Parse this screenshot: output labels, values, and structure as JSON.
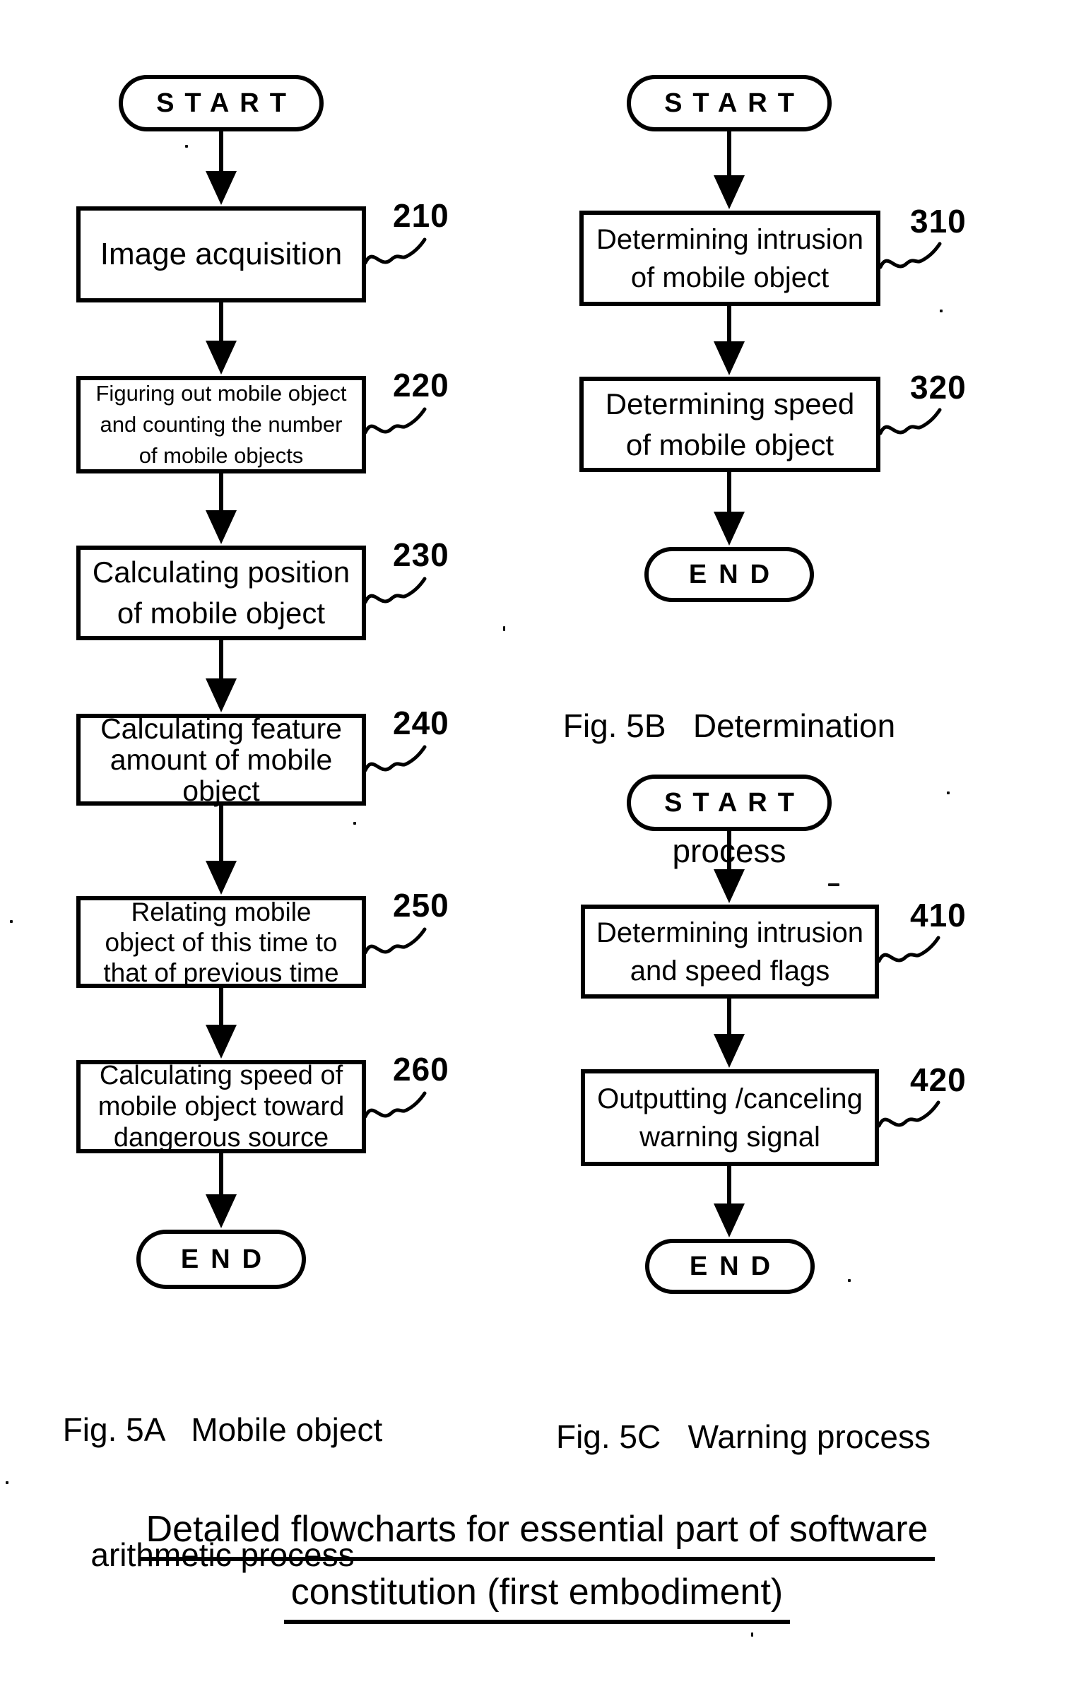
{
  "page": {
    "paper_color": "#ffffff",
    "ink_color": "#000000",
    "title_lines": [
      "Detailed flowcharts for essential part of software",
      "constitution (first embodiment)"
    ]
  },
  "flowcharts": [
    {
      "figure": "Fig. 5A",
      "name": "Mobile object arithmetic process",
      "caption_lines": [
        "Fig. 5A   Mobile object",
        "arithmetic process"
      ],
      "start_label": "START",
      "end_label": "END",
      "steps": [
        {
          "ref": "210",
          "lines": [
            "Image acquisition"
          ]
        },
        {
          "ref": "220",
          "lines": [
            "Figuring out mobile object",
            "and counting the number",
            "of mobile objects"
          ]
        },
        {
          "ref": "230",
          "lines": [
            "Calculating position",
            "of mobile object"
          ]
        },
        {
          "ref": "240",
          "lines": [
            "Calculating feature",
            "amount of mobile",
            "object"
          ]
        },
        {
          "ref": "250",
          "lines": [
            "Relating mobile",
            "object of this time to",
            "that of previous time"
          ]
        },
        {
          "ref": "260",
          "lines": [
            "Calculating speed of",
            "mobile object toward",
            "dangerous source"
          ]
        }
      ]
    },
    {
      "figure": "Fig. 5B",
      "name": "Determination process",
      "caption_lines": [
        "Fig. 5B   Determination",
        "process"
      ],
      "start_label": "START",
      "end_label": "END",
      "steps": [
        {
          "ref": "310",
          "lines": [
            "Determining intrusion",
            "of mobile object"
          ]
        },
        {
          "ref": "320",
          "lines": [
            "Determining speed",
            "of mobile object"
          ]
        }
      ]
    },
    {
      "figure": "Fig. 5C",
      "name": "Warning process",
      "caption_lines": [
        "Fig. 5C   Warning process"
      ],
      "start_label": "START",
      "end_label": "END",
      "steps": [
        {
          "ref": "410",
          "lines": [
            "Determining intrusion",
            "and speed flags"
          ]
        },
        {
          "ref": "420",
          "lines": [
            "Outputting /canceling",
            "warning signal"
          ]
        }
      ]
    }
  ]
}
